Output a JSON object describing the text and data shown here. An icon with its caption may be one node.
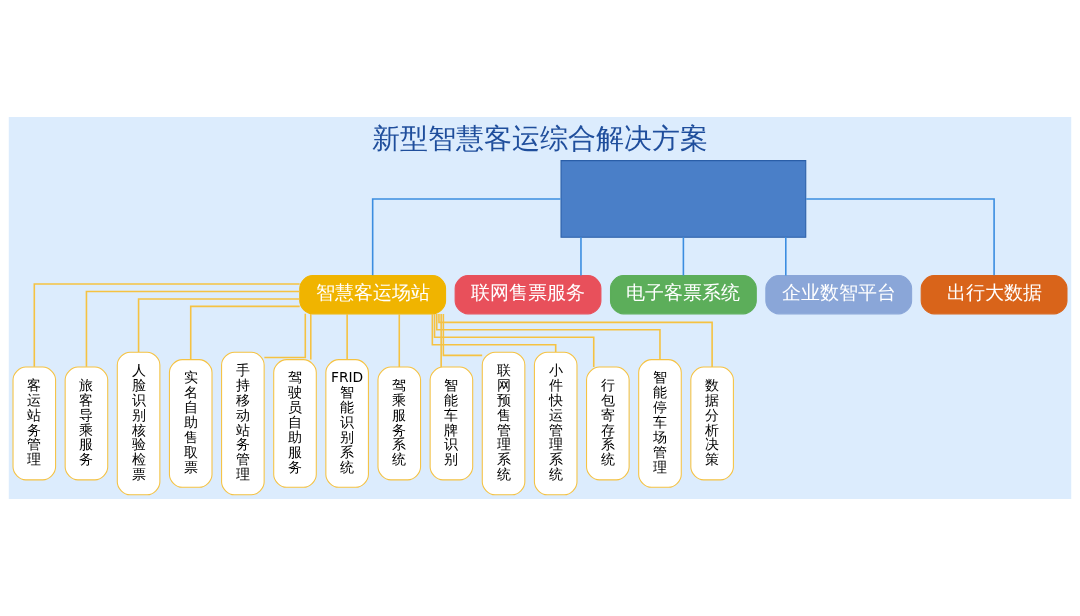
{
  "diagram": {
    "title": "新型智慧客运综合解决方案",
    "nodes": [
      {
        "text": [],
        "shape": "box"
      },
      {
        "text": [
          "智慧客运场站"
        ]
      },
      {
        "text": [
          "联网售票服务"
        ]
      },
      {
        "text": [
          "电子客票系统"
        ]
      },
      {
        "text": [
          "企业数智平台"
        ]
      },
      {
        "text": [
          "出行大数据"
        ]
      },
      {
        "text": [
          "客运站务管理"
        ]
      },
      {
        "text": [
          "旅客导乘服务"
        ]
      },
      {
        "text": [
          "人脸识别核验检票"
        ]
      },
      {
        "text": [
          "实名自助售取票"
        ]
      },
      {
        "text": [
          "手持移动站务管理"
        ]
      },
      {
        "text": [
          "驾驶员自助服务"
        ]
      },
      {
        "text": [
          "FRID智能识别系统"
        ]
      },
      {
        "text": [
          "驾乘服务系统"
        ]
      },
      {
        "text": [
          "智能车牌识别"
        ]
      },
      {
        "text": [
          "联网预售管理系统"
        ]
      },
      {
        "text": [
          "小件快运管理系统"
        ]
      },
      {
        "text": [
          "行包寄存系统"
        ]
      },
      {
        "text": [
          "智能停车场管理"
        ]
      },
      {
        "text": [
          "数据分析决策"
        ]
      }
    ],
    "edges": [
      {
        "from": 0,
        "to": 1,
        "arrow": "none",
        "color": "#3b8de0"
      },
      {
        "from": 0,
        "to": 2,
        "arrow": "none",
        "color": "#3b8de0"
      },
      {
        "from": 0,
        "to": 3,
        "arrow": "none",
        "color": "#3b8de0"
      },
      {
        "from": 0,
        "to": 4,
        "arrow": "none",
        "color": "#3b8de0"
      },
      {
        "from": 0,
        "to": 5,
        "arrow": "none",
        "color": "#3b8de0"
      },
      {
        "from": 1,
        "to": 6,
        "arrow": "none"
      },
      {
        "from": 1,
        "to": 7,
        "arrow": "none"
      },
      {
        "from": 1,
        "to": 8,
        "arrow": "none"
      },
      {
        "from": 1,
        "to": 9,
        "arrow": "none"
      },
      {
        "from": 1,
        "to": 10,
        "arrow": "none"
      },
      {
        "from": 1,
        "to": 11,
        "arrow": "none"
      },
      {
        "from": 1,
        "to": 12,
        "arrow": "none"
      },
      {
        "from": 1,
        "to": 13,
        "arrow": "none"
      },
      {
        "from": 1,
        "to": 14,
        "arrow": "none"
      },
      {
        "from": 1,
        "to": 15,
        "arrow": "none"
      },
      {
        "from": 1,
        "to": 16,
        "arrow": "none"
      },
      {
        "from": 1,
        "to": 17,
        "arrow": "none"
      },
      {
        "from": 1,
        "to": 18,
        "arrow": "none"
      },
      {
        "from": 1,
        "to": 19,
        "arrow": "none"
      }
    ]
  }
}
